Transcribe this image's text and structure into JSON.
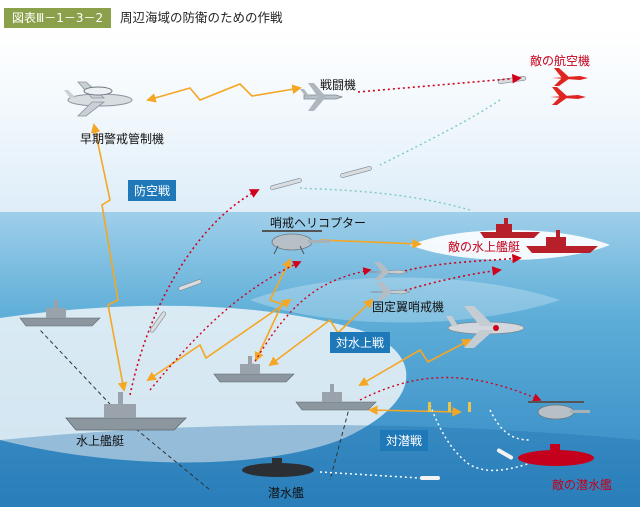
{
  "header": {
    "figure_number": "図表Ⅲ－1－3－2",
    "title": "周辺海域の防衛のための作戦"
  },
  "labels": {
    "aew": "早期警戒管制機",
    "fighter": "戦闘機",
    "enemy_aircraft": "敵の航空機",
    "air_defense": "防空戦",
    "patrol_helicopter": "哨戒ヘリコプター",
    "enemy_surface_ship": "敵の水上艦艇",
    "patrol_aircraft": "固定翼哨戒機",
    "anti_surface": "対水上戦",
    "surface_ship": "水上艦艇",
    "anti_submarine": "対潜戦",
    "submarine": "潜水艦",
    "enemy_submarine": "敵の潜水艦"
  },
  "colors": {
    "badge": "#8aa04a",
    "sea_deep": "#2f86c2",
    "sea_light": "#9fcfea",
    "friendly_arrow": "#f5a623",
    "enemy_arrow": "#d0021b",
    "enemy_text": "#c4001c",
    "box": "#1f78b8"
  }
}
